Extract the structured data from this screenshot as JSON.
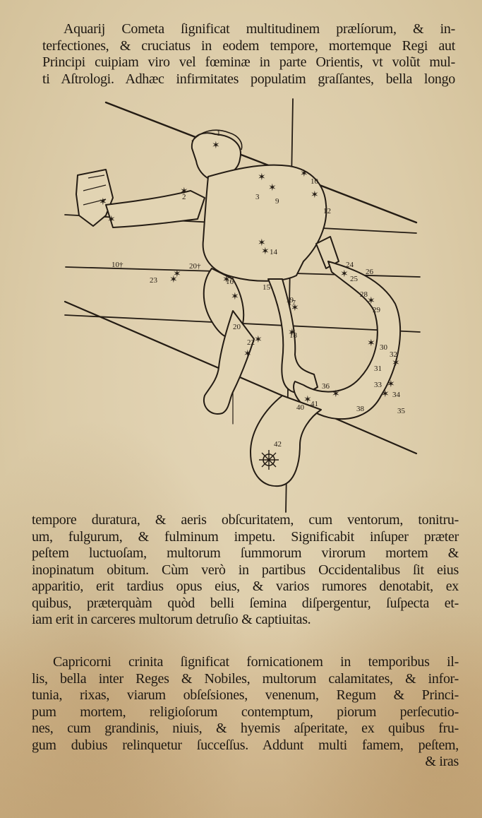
{
  "page": {
    "paragraph_1": [
      "Aquarij Cometa ſignificat multitudinem prælíorum, & in-",
      "terfectiones, & cruciatus in eodem tempore, mortemque Regi aut",
      "Principi cuipiam viro vel fœminæ in parte Orientis, vt volũt mul-",
      "ti Aſtrologi. Adhæc infirmitates populatim graſſantes, bella longo"
    ],
    "paragraph_2": [
      "tempore duratura, & aeris obſcuritatem, cum ventorum, tonitru-",
      "um, fulgurum, & fulminum impetu. Significabit inſuper præter",
      "peſtem luctuoſam, multorum ſummorum virorum mortem &",
      "inopinatum obitum. Cùm verò in partibus Occidentalibus ſit eius",
      "apparitio, erit tardius opus eius, & varios rumores denotabit, ex",
      "quibus, præterquàm quòd belli ſemina diſpergentur, ſuſpecta et-",
      "iam erit in carceres multorum detruſio & captiuitas."
    ],
    "paragraph_3": [
      "Capricorni crinita ſignificat fornicationem in temporibus il-",
      "lis, bella inter Reges & Nobiles, multorum calamitates, & infor-",
      "tunia, rixas, viarum obſeſsiones, venenum, Regum & Princi-",
      "pum mortem, religioſorum contemptum, piorum perſecutio-",
      "nes, cum grandinis, niuis, & hyemis aſperitate, ex quibus fru-",
      "gum dubius relinquetur ſucceſſus. Addunt multi famem, peſtem,",
      "& iras"
    ]
  },
  "figure": {
    "star_labels": [
      "1",
      "2",
      "3",
      "9",
      "10",
      "12",
      "14",
      "16",
      "15",
      "10†",
      "20†",
      "23",
      "24",
      "25",
      "26",
      "28",
      "29",
      "30",
      "31",
      "32",
      "33",
      "34",
      "35",
      "36",
      "38",
      "40",
      "41",
      "42",
      "17",
      "18",
      "19",
      "20",
      "22"
    ],
    "ink_color": "#241c14",
    "paper_color": "#dfd0ae"
  }
}
